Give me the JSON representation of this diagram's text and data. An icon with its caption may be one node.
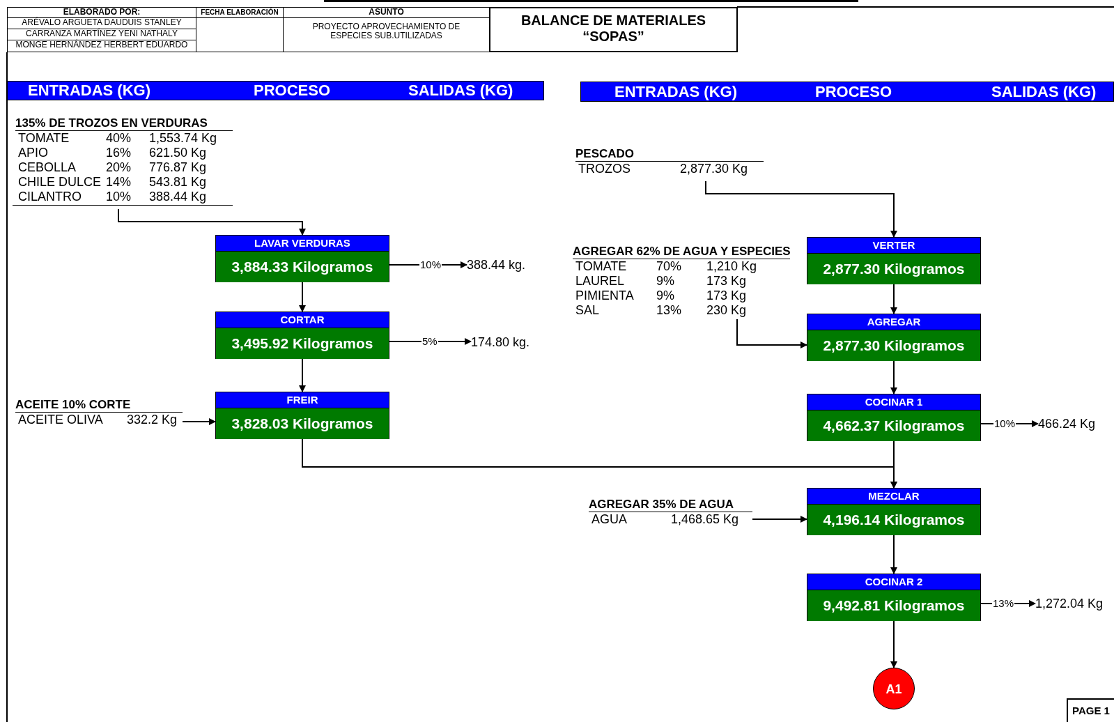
{
  "diagram": {
    "title": "BALANCE DE MATERIALES “SOPAS”",
    "nodes": [
      {
        "text": [
          "135% DE TROZOS EN VERDURAS",
          "TOMATE",
          "40%",
          "1,553.74 Kg",
          "APIO",
          "16%",
          "621.50 Kg",
          "CEBOLLA",
          "20%",
          "776.87 Kg",
          "CHILE DULCE",
          "14%",
          "543.81 Kg",
          "CILANTRO",
          "10%",
          "388.44 Kg"
        ]
      },
      {
        "text": [
          "LAVAR VERDURAS",
          "3,884.33 Kilogramos"
        ]
      },
      {
        "text": [
          "388.44 kg."
        ]
      },
      {
        "text": [
          "CORTAR",
          "3,495.92 Kilogramos"
        ]
      },
      {
        "text": [
          "174.80 kg."
        ]
      },
      {
        "text": [
          "ACEITE 10% CORTE",
          "ACEITE OLIVA",
          "332.2 Kg"
        ]
      },
      {
        "text": [
          "FREIR",
          "3,828.03 Kilogramos"
        ]
      },
      {
        "text": [
          "PESCADO",
          "TROZOS",
          "2,877.30 Kg"
        ]
      },
      {
        "text": [
          "VERTER",
          "2,877.30 Kilogramos"
        ]
      },
      {
        "text": [
          "AGREGAR 62% DE AGUA Y ESPECIES",
          "TOMATE",
          "70%",
          "1,210 Kg",
          "LAUREL",
          "9%",
          "173 Kg",
          "PIMIENTA",
          "9%",
          "173 Kg",
          "SAL",
          "13%",
          "230 Kg"
        ]
      },
      {
        "text": [
          "AGREGAR",
          "2,877.30 Kilogramos"
        ]
      },
      {
        "text": [
          "COCINAR 1",
          "4,662.37 Kilogramos"
        ]
      },
      {
        "text": [
          "466.24 Kg"
        ]
      },
      {
        "text": [
          "AGREGAR 35% DE AGUA",
          "AGUA",
          "1,468.65 Kg"
        ]
      },
      {
        "text": [
          "MEZCLAR",
          "4,196.14 Kilogramos"
        ]
      },
      {
        "text": [
          "COCINAR 2",
          "9,492.81 Kilogramos"
        ]
      },
      {
        "text": [
          "1,272.04 Kg"
        ]
      },
      {
        "text": [
          "A1"
        ]
      }
    ],
    "edges": [
      {
        "from": 0,
        "to": 1,
        "arrow": "to"
      },
      {
        "from": 1,
        "to": 2,
        "arrow": "to",
        "label": "10%"
      },
      {
        "from": 1,
        "to": 3,
        "arrow": "to"
      },
      {
        "from": 3,
        "to": 4,
        "arrow": "to",
        "label": "5%"
      },
      {
        "from": 3,
        "to": 6,
        "arrow": "to"
      },
      {
        "from": 5,
        "to": 6,
        "arrow": "to"
      },
      {
        "from": 7,
        "to": 8,
        "arrow": "to"
      },
      {
        "from": 8,
        "to": 10,
        "arrow": "to"
      },
      {
        "from": 9,
        "to": 10,
        "arrow": "to"
      },
      {
        "from": 10,
        "to": 11,
        "arrow": "to"
      },
      {
        "from": 11,
        "to": 12,
        "arrow": "to",
        "label": "10%"
      },
      {
        "from": 6,
        "to": 14,
        "arrow": "to"
      },
      {
        "from": 11,
        "to": 14,
        "arrow": "to"
      },
      {
        "from": 13,
        "to": 14,
        "arrow": "to"
      },
      {
        "from": 14,
        "to": 15,
        "arrow": "to"
      },
      {
        "from": 15,
        "to": 16,
        "arrow": "to",
        "label": "13%"
      },
      {
        "from": 15,
        "to": 17,
        "arrow": "to"
      }
    ],
    "labels": [
      "ELABORADO POR:",
      "FECHA ELABORACIÓN",
      "ASUNTO",
      "ARÉVALO ARGUETA DAUDUIS STANLEY",
      "PROYECTO APROVECHAMIENTO DE ESPECIES SUB.UTILIZADAS",
      "CARRANZA MARTÍNEZ YENI NATHALY",
      "MONGE HERNÁNDEZ HERBERT EDUARDO",
      "ENTRADAS (KG)",
      "PROCESO",
      "SALIDAS (KG)",
      "ENTRADAS (KG)",
      "PROCESO",
      "SALIDAS (KG)",
      "PAGE 1"
    ]
  }
}
